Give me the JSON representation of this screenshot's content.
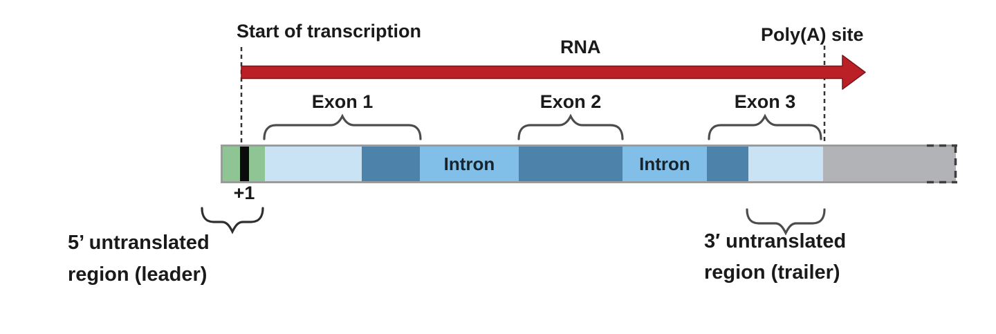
{
  "diagram": {
    "top_labels": {
      "start_of_transcription": "Start of transcription",
      "rna": "RNA",
      "polya_site": "Poly(A) site"
    },
    "exon_labels": {
      "exon1": "Exon 1",
      "exon2": "Exon 2",
      "exon3": "Exon 3"
    },
    "intron_labels": {
      "intron1": "Intron",
      "intron2": "Intron"
    },
    "transcription_start": "+1",
    "utr5": {
      "line1": "5’ untranslated",
      "line2": "region (leader)"
    },
    "utr3": {
      "line1": "3′ untranslated",
      "line2": "region (trailer)"
    },
    "colors": {
      "rna_arrow_red": "#bb2026",
      "promoter_green": "#8fc494",
      "start_site_black": "#0b0b0b",
      "untranslated_light_blue": "#c9e2f4",
      "exon_coding_dark_blue": "#4d82ab",
      "intron_medium_blue": "#82bfe8",
      "downstream_gray": "#b1b3b7",
      "bar_border_gray": "#9b9b9b",
      "label_black": "#1a1a1a"
    }
  }
}
